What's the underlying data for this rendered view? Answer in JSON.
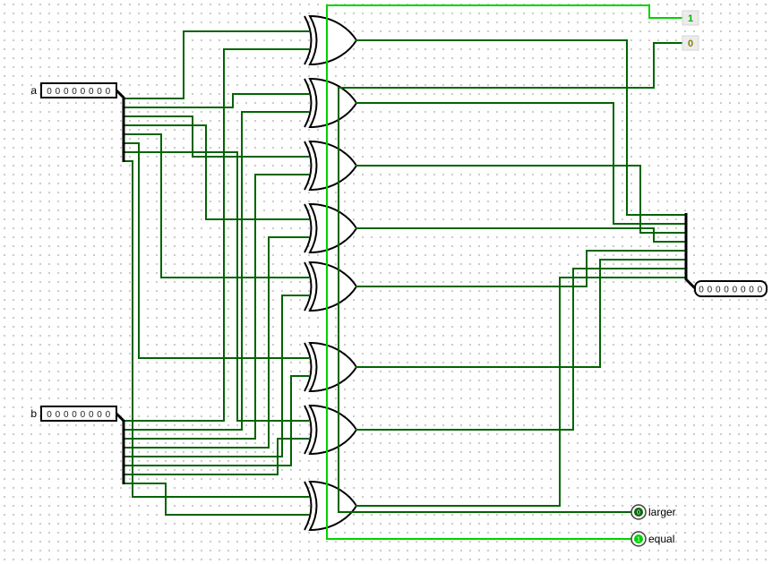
{
  "inputs": {
    "a": {
      "label": "a",
      "value": "0 0 0 0 0 0 0 0"
    },
    "b": {
      "label": "b",
      "value": "0 0 0 0 0 0 0 0"
    }
  },
  "output": {
    "value": "0 0 0 0 0 0 0 0"
  },
  "constants": {
    "one": {
      "value": "1"
    },
    "zero": {
      "value": "0"
    }
  },
  "probes": {
    "larger": {
      "label": "larger",
      "value": "0"
    },
    "equal": {
      "label": "equal",
      "value": "1"
    }
  },
  "colors": {
    "wire_false": "#006400",
    "wire_true": "#00d200",
    "component_stroke": "#000000",
    "constant_one_text": "#00b400",
    "constant_zero_text": "#808000",
    "grid_dot": "#c8c8c8"
  }
}
